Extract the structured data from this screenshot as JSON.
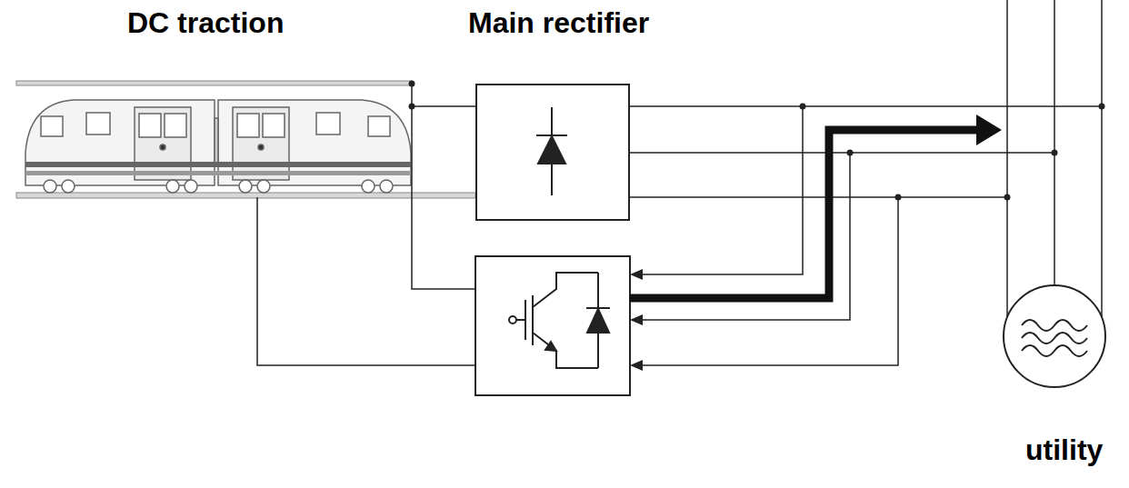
{
  "diagram": {
    "nodes": [
      {
        "text": [
          "Main rectifier"
        ]
      }
    ],
    "labels": [
      "DC traction",
      "utility"
    ]
  }
}
